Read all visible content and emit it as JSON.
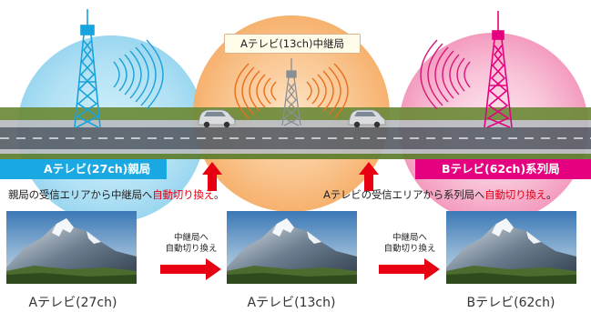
{
  "center_label": "Aテレビ(13ch)中継局",
  "left_station": "Aテレビ(27ch)親局",
  "right_station": "Bテレビ(62ch)系列局",
  "note_left": {
    "prefix": "親局の受信エリアから中継局へ",
    "highlight": "自動切り換え",
    "suffix": "。"
  },
  "note_right": {
    "prefix": "Aテレビの受信エリアから系列局へ",
    "highlight": "自動切り換え",
    "suffix": "。"
  },
  "step_note_1": [
    "中継局へ",
    "自動切り換え"
  ],
  "step_note_2": [
    "中継局へ",
    "自動切り換え"
  ],
  "captions": [
    "Aテレビ(27ch)",
    "Aテレビ(13ch)",
    "Bテレビ(62ch)"
  ],
  "colors": {
    "left_accent": "#19a8e2",
    "right_accent": "#e4007f",
    "center_area": "#f7b067",
    "arrow": "#e60012"
  }
}
